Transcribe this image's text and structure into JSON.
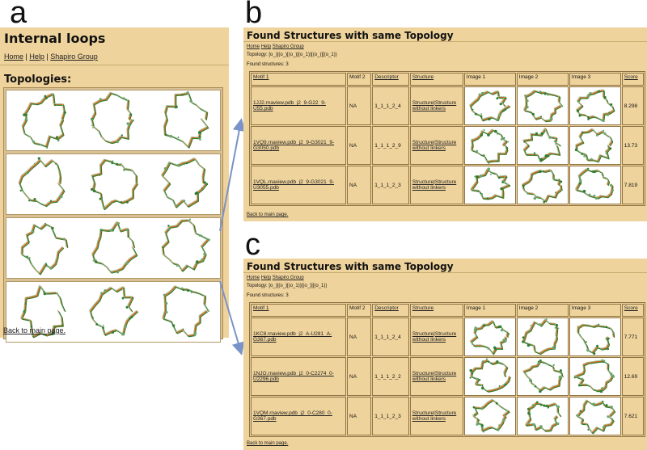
{
  "figure_letters": {
    "a": "a",
    "b": "b",
    "c": "c"
  },
  "panel_a": {
    "title": "Internal loops",
    "nav": [
      "Home",
      "Help",
      "Shapiro Group"
    ],
    "nav_sep": "|",
    "section_heading": "Topologies:",
    "back_link": "Back to main page."
  },
  "panel_b": {
    "title": "Found Structures with same Topology",
    "nav": [
      "Home",
      "Help",
      "Shapiro Group"
    ],
    "topology_label": "Topology:",
    "topology_value": "[o_)[(o_)[(o_)[(o_1))[(o_)][(o_1))",
    "found_label": "Found structures:",
    "found_count": "3",
    "headers": [
      "Motif 1",
      "Motif 2",
      "Descriptor",
      "Structure",
      "Image 1",
      "Image 2",
      "Image 3",
      "Score"
    ],
    "rows": [
      {
        "motif1": "1JJ2.rnaview.pdb_j2_9-G22_9-U55.pdb",
        "motif2": "NA",
        "descriptor": "1_1_1_2_4",
        "structure": "Structure",
        "structure2": "Structure without linkers",
        "score": "8.298"
      },
      {
        "motif1": "1VQ9.rnaview.pdb_j2_9-G3021_9-G3050.pdb",
        "motif2": "NA",
        "descriptor": "1_1_1_2_9",
        "structure": "Structure",
        "structure2": "Structure without linkers",
        "score": "13.73"
      },
      {
        "motif1": "1VQL.rnaview.pdb_j2_9-G3021_9-U3055.pdb",
        "motif2": "NA",
        "descriptor": "1_1_1_2_3",
        "structure": "Structure",
        "structure2": "Structure without linkers",
        "score": "7.819"
      }
    ],
    "back_link": "Back to main page."
  },
  "panel_c": {
    "title": "Found Structures with same Topology",
    "nav": [
      "Home",
      "Help",
      "Shapiro Group"
    ],
    "topology_label": "Topology:",
    "topology_value": "[o_)[(o_)[(o_1))[(o_)][(o_1))",
    "found_label": "Found structures:",
    "found_count": "3",
    "headers": [
      "Motif 1",
      "Motif 2",
      "Descriptor",
      "Structure",
      "Image 1",
      "Image 2",
      "Image 3",
      "Score"
    ],
    "rows": [
      {
        "motif1": "1KC8.rnaview.pdb_j2_A-U281_A-G367.pdb",
        "motif2": "NA",
        "descriptor": "1_1_1_2_4",
        "structure": "Structure",
        "structure2": "Structure without linkers",
        "score": "7.771"
      },
      {
        "motif1": "1NJO.rnaview.pdb_j2_0-C2274_0-U2296.pdb",
        "motif2": "NA",
        "descriptor": "1_1_1_2_2",
        "structure": "Structure",
        "structure2": "Structure without linkers",
        "score": "12.69"
      },
      {
        "motif1": "1VQM.rnaview.pdb_j2_0-C280_0-G367.pdb",
        "motif2": "NA",
        "descriptor": "1_1_1_2_3",
        "structure": "Structure",
        "structure2": "Structure without linkers",
        "score": "7.621"
      }
    ],
    "back_link": "Back to main page."
  },
  "colors": {
    "panel_bg": "#efd39c",
    "rna_orange": "#d2691e",
    "rna_green": "#2e7d32",
    "arrow": "#7a93c8"
  }
}
